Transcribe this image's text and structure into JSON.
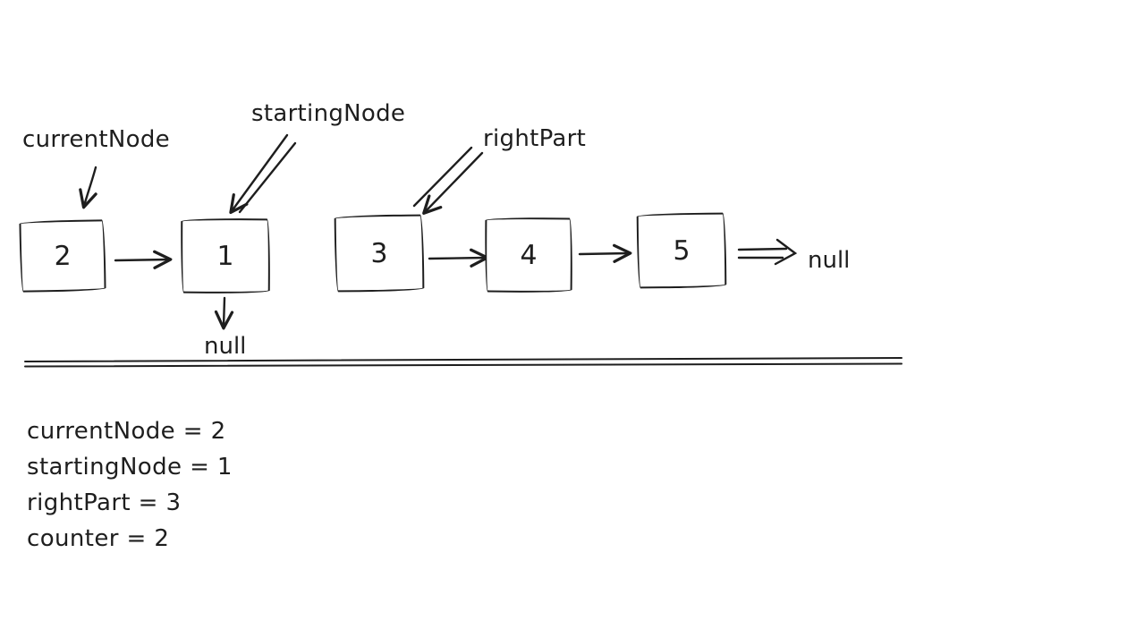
{
  "diagram": {
    "pointer_labels": {
      "current_node": "currentNode",
      "starting_node": "startingNode",
      "right_part": "rightPart"
    },
    "nodes": [
      {
        "value": "2"
      },
      {
        "value": "1"
      },
      {
        "value": "3"
      },
      {
        "value": "4"
      },
      {
        "value": "5"
      }
    ],
    "null_below_node1": "null",
    "null_after_node5": "null"
  },
  "state": {
    "lines": [
      "currentNode = 2",
      "startingNode = 1",
      "rightPart = 3",
      "counter = 2"
    ]
  },
  "colors": {
    "ink": "#1e1e1e",
    "background": "#ffffff"
  }
}
